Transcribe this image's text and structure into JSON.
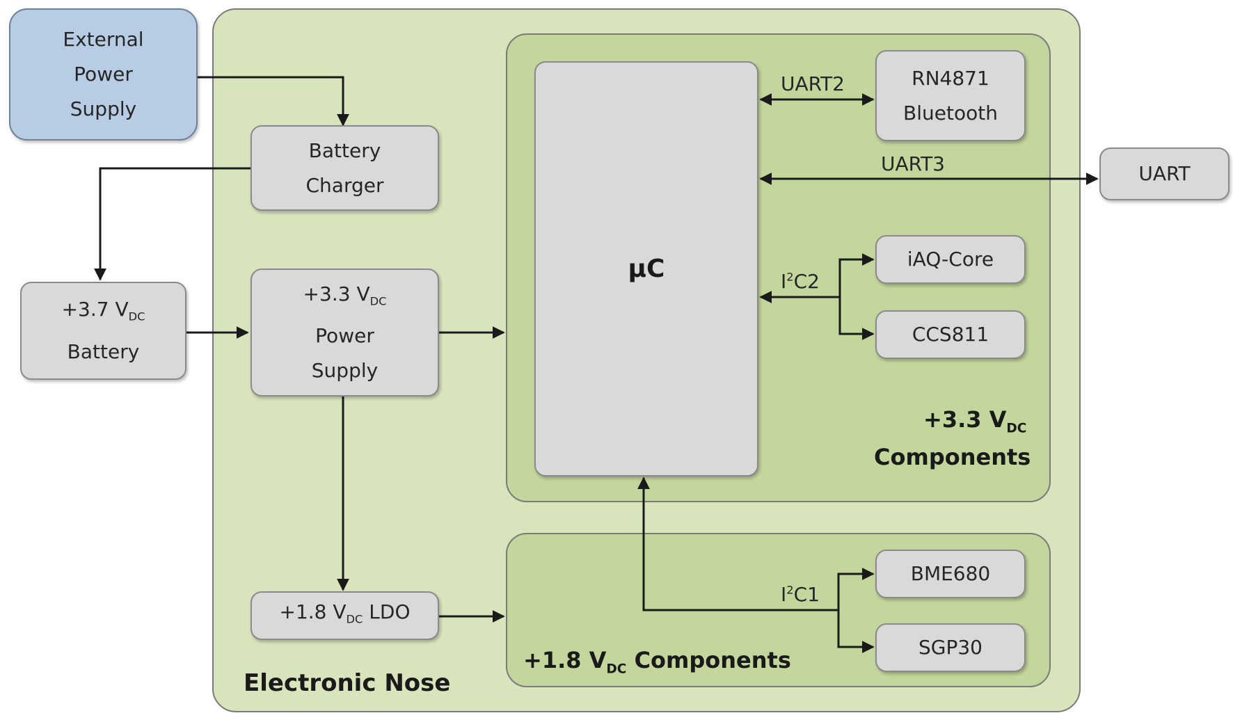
{
  "diagram": {
    "external_power": [
      "External",
      "Power",
      "Supply"
    ],
    "battery_charger": [
      "Battery",
      "Charger"
    ],
    "battery": {
      "voltage_main": "+3.7 V",
      "voltage_sub": "DC",
      "label": "Battery"
    },
    "power_supply": {
      "voltage_main": "+3.3 V",
      "voltage_sub": "DC",
      "line2": "Power",
      "line3": "Supply"
    },
    "ldo": {
      "voltage_main": "+1.8 V",
      "voltage_sub": "DC",
      "suffix": " LDO"
    },
    "mcu": "µC",
    "bluetooth": [
      "RN4871",
      "Bluetooth"
    ],
    "uart_ext": "UART",
    "iaq": "iAQ-Core",
    "ccs": "CCS811",
    "bme": "BME680",
    "sgp": "SGP30",
    "links": {
      "uart2": "UART2",
      "uart3": "UART3",
      "i2c2": {
        "pre": "I",
        "sup": "2",
        "post": "C2"
      },
      "i2c1": {
        "pre": "I",
        "sup": "2",
        "post": "C1"
      }
    },
    "regions": {
      "electronic_nose": "Electronic Nose",
      "comp33": {
        "voltage_main": "+3.3 V",
        "voltage_sub": "DC",
        "line2": "Components"
      },
      "comp18": {
        "voltage_main": "+1.8 V",
        "voltage_sub": "DC",
        "suffix": " Components"
      }
    }
  },
  "colors": {
    "outer_region": "#d8e4bc",
    "inner_region": "#c3d69b",
    "component_box": "#d9d9d9",
    "external_power_box": "#b8cce4"
  }
}
